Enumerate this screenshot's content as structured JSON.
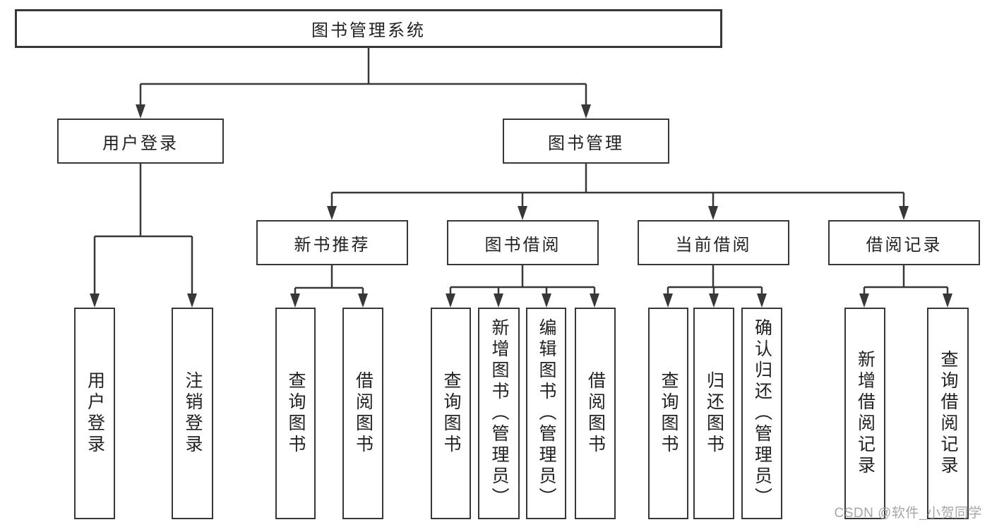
{
  "tree": {
    "label": "图书管理系统",
    "children": [
      {
        "label": "用户登录",
        "children": [
          {
            "label": "用户登录"
          },
          {
            "label": "注销登录"
          }
        ]
      },
      {
        "label": "图书管理",
        "children": [
          {
            "label": "新书推荐",
            "children": [
              {
                "label": "查询图书"
              },
              {
                "label": "借阅图书"
              }
            ]
          },
          {
            "label": "图书借阅",
            "children": [
              {
                "label": "查询图书"
              },
              {
                "label": "新增图书（管理员）"
              },
              {
                "label": "编辑图书（管理员）"
              },
              {
                "label": "借阅图书"
              }
            ]
          },
          {
            "label": "当前借阅",
            "children": [
              {
                "label": "查询图书"
              },
              {
                "label": "归还图书"
              },
              {
                "label": "确认归还（管理员）"
              }
            ]
          },
          {
            "label": "借阅记录",
            "children": [
              {
                "label": "新增借阅记录"
              },
              {
                "label": "查询借阅记录"
              }
            ]
          }
        ]
      }
    ]
  },
  "watermark": "CSDN @软件_小贺同学",
  "colors": {
    "line": "#383838",
    "text": "#222222",
    "watermark": "#a6a6a6",
    "background": "#ffffff"
  }
}
